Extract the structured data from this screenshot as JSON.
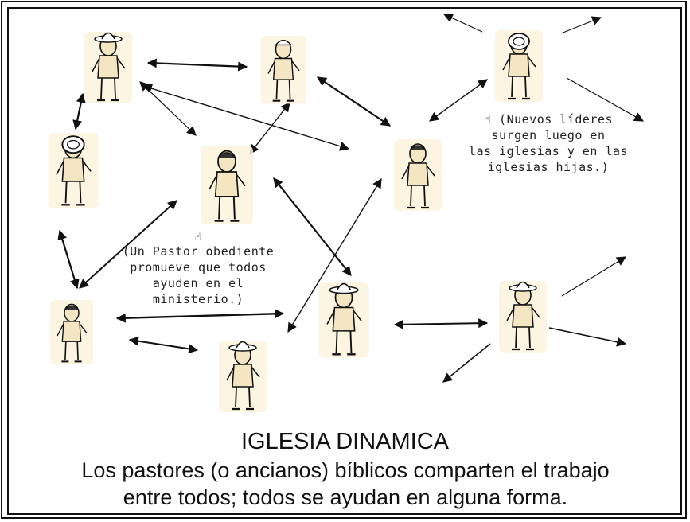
{
  "note_new_leaders": {
    "hand_symbol": "☝",
    "lines": [
      "(Nuevos líderes",
      "surgen luego en",
      "las iglesias y en las",
      "iglesias hijas.)"
    ]
  },
  "note_pastor": {
    "hand_symbol": "☝",
    "lines": [
      "(Un Pastor obediente",
      "promueve que todos",
      "ayuden en el ministerio.)"
    ]
  },
  "title": "IGLESIA DINAMICA",
  "caption_lines": [
    "Los pastores (o ancianos) bíblicos comparten el trabajo",
    "entre todos; todos se ayudan en alguna forma."
  ],
  "colors": {
    "ink": "#111111",
    "skin": "#f4e6c2",
    "figure_bg": "#fbf3dc"
  }
}
